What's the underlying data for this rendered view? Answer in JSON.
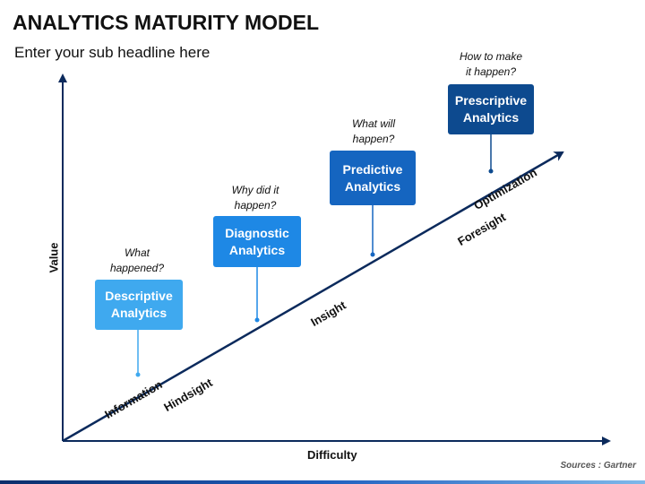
{
  "header": {
    "title": "ANALYTICS MATURITY MODEL",
    "subtitle": "Enter your sub headline here"
  },
  "axes": {
    "y_label": "Value",
    "x_label": "Difficulty"
  },
  "stages": [
    {
      "box": "Descriptive\nAnalytics",
      "question": "What\nhappened?",
      "color": "#3fa9ef"
    },
    {
      "box": "Diagnostic\nAnalytics",
      "question": "Why did it\nhappen?",
      "color": "#1e88e5"
    },
    {
      "box": "Predictive\nAnalytics",
      "question": "What will\nhappen?",
      "color": "#1565c0"
    },
    {
      "box": "Prescriptive\nAnalytics",
      "question": "How to make\nit happen?",
      "color": "#0d4a8f"
    }
  ],
  "line_labels": {
    "above": [
      "Information",
      "Insight",
      "Optimization"
    ],
    "below": [
      "Hindsight",
      "Foresight"
    ]
  },
  "source": "Sources : Gartner",
  "colors": {
    "line": "#0b2a5c",
    "connector": "#1e88e5",
    "axis": "#0b2a5c"
  }
}
